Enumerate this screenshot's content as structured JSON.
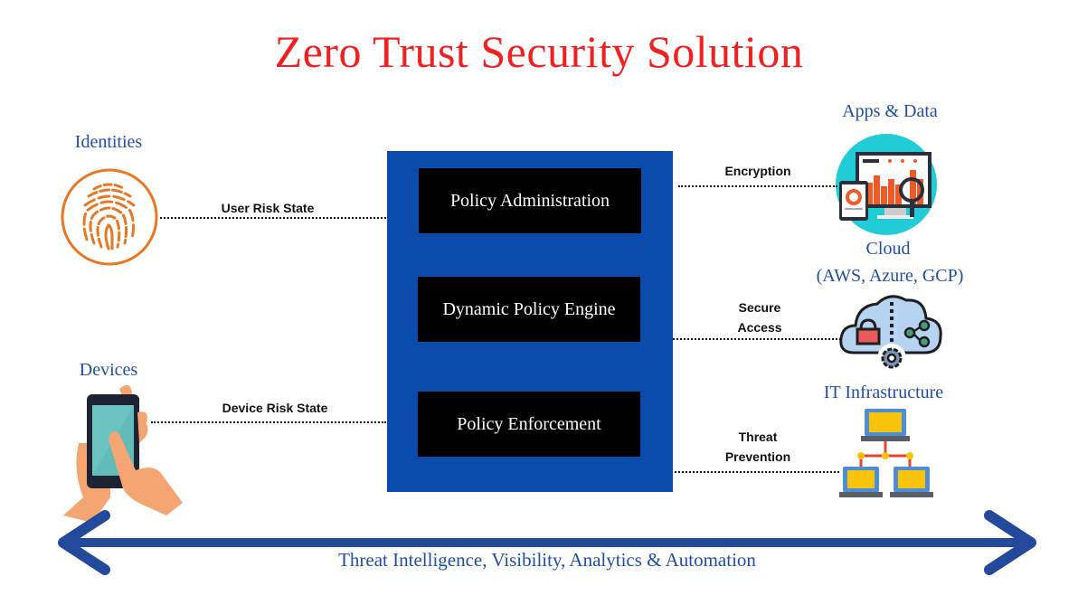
{
  "title": "Zero Trust Security Solution",
  "colors": {
    "title": "#ee2222",
    "label_blue": "#1f4fa0",
    "core_blue": "#0a4bab",
    "core_box": "#000000",
    "arrow_blue": "#22499c",
    "fingerprint_orange": "#e87722"
  },
  "left": {
    "identities": {
      "label": "Identities",
      "icon": "fingerprint-icon",
      "connector": "User Risk State"
    },
    "devices": {
      "label": "Devices",
      "icon": "smartphone-hands-icon",
      "connector": "Device Risk State"
    }
  },
  "core": {
    "boxes": [
      {
        "label": "Policy Administration"
      },
      {
        "label": "Dynamic Policy Engine"
      },
      {
        "label": "Policy Enforcement"
      }
    ]
  },
  "right": {
    "apps": {
      "label": "Apps & Data",
      "icon": "analytics-dashboard-icon",
      "connector": "Encryption"
    },
    "cloud": {
      "label": "Cloud",
      "sublabel": "(AWS, Azure, GCP)",
      "icon": "cloud-security-icon",
      "connector_line1": "Secure",
      "connector_line2": "Access"
    },
    "infra": {
      "label": "IT Infrastructure",
      "icon": "network-computers-icon",
      "connector_line1": "Threat",
      "connector_line2": "Prevention"
    }
  },
  "bottom": {
    "label": "Threat Intelligence, Visibility, Analytics & Automation",
    "icon": "double-arrow-icon"
  }
}
